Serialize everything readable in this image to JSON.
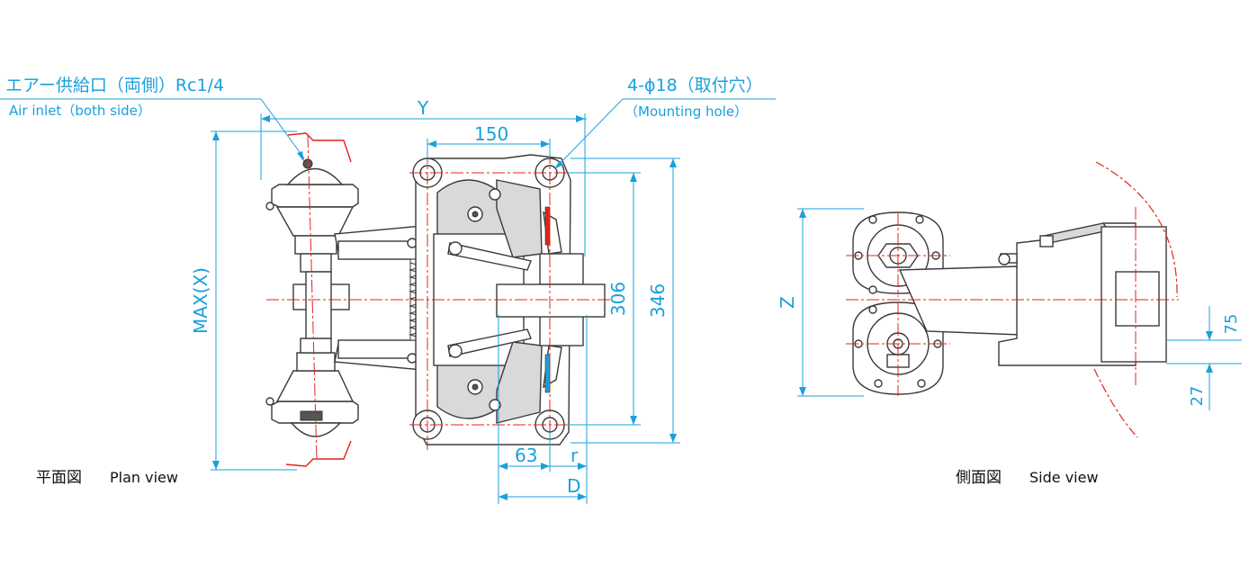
{
  "labels": {
    "air_inlet_jp": "エアー供給口（両側）Rc1/4",
    "air_inlet_en": "Air inlet（both side）",
    "mounting_jp": "4-ϕ18（取付穴）",
    "mounting_en": "（Mounting hole）",
    "plan_view_jp": "平面図",
    "plan_view_en": "Plan view",
    "side_view_jp": "側面図",
    "side_view_en": "Side view"
  },
  "dimensions": {
    "y": "Y",
    "d150": "150",
    "max_x": "MAX(X)",
    "d306": "306",
    "d346": "346",
    "d63": "63",
    "r": "r",
    "d": "D",
    "z": "Z",
    "d75": "75",
    "d27": "27"
  },
  "colors": {
    "dimension": "#1aa0dc",
    "centerline": "#e0241b",
    "outline": "#3a3a3a"
  }
}
